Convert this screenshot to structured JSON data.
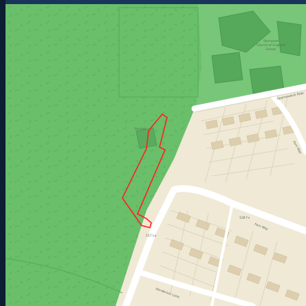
{
  "map": {
    "labels": {
      "school_line1": "Sherwood",
      "school_line2": "Church of England",
      "school_line3": "School",
      "pavilion": "Pavilion",
      "sparrowwick_ride": "Sparrowwick Ride",
      "fern_way": "Fern Way",
      "side_road": "Fern Way",
      "hendon_lane": "Henderson Lane",
      "house_no_128": "128 Fv",
      "house_no_127": "127 La"
    },
    "colors": {
      "green_space": "#69bf6a",
      "green_light": "#7bc87b",
      "residential": "#efe9d6",
      "road": "#ffffff",
      "building": "#ddcfae",
      "site_boundary": "#ff1f1f"
    }
  }
}
